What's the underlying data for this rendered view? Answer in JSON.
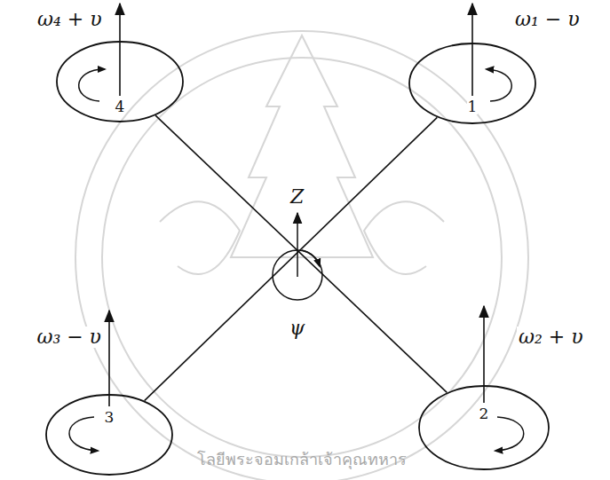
{
  "diagram": {
    "nodes": [
      {
        "text": [
          "4"
        ]
      },
      {
        "text": [
          "1"
        ]
      },
      {
        "text": [
          "3"
        ]
      },
      {
        "text": [
          "2"
        ]
      }
    ],
    "edges": [
      {
        "from": 0,
        "to": 3,
        "arrow": "none"
      },
      {
        "from": 1,
        "to": 2,
        "arrow": "none"
      }
    ],
    "labels": [
      "ω₄ + υ",
      "ω₁ − υ",
      "ω₃ − υ",
      "ω₂ + υ",
      "Z",
      "ψ",
      "โลยีพระจอมเกล้าเจ้าคุณทหาร"
    ]
  }
}
